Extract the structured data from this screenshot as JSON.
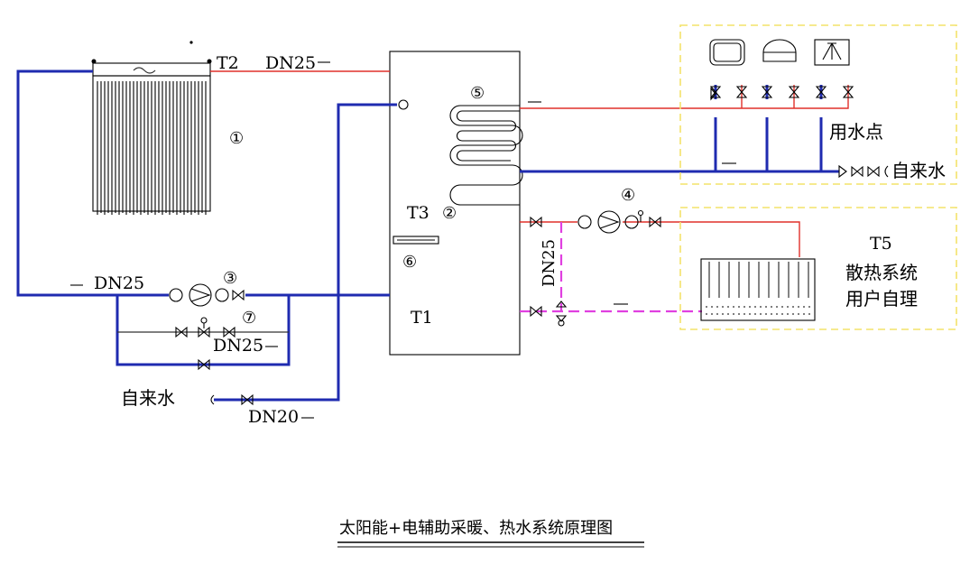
{
  "labels": {
    "t2": "T2",
    "t3": "T3",
    "t1": "T1",
    "t5": "T5",
    "dn25_top": "DN25",
    "dn25_left": "DN25",
    "dn25_bypass": "DN25",
    "dn25_vertical": "DN25",
    "dn20": "DN20",
    "use_point": "用水点",
    "tap_water_right": "自来水",
    "tap_water_left": "自来水",
    "heating_line1": "散热系统",
    "heating_line2": "用户自理"
  },
  "markers": {
    "m1": "①",
    "m2": "②",
    "m3": "③",
    "m4": "④",
    "m5": "⑤",
    "m6": "⑥",
    "m7": "⑦"
  },
  "caption": "太阳能+电辅助采暖、热水系统原理图",
  "colors": {
    "supply_pipe": "#e0302a",
    "return_pipe": "#1f2bb0",
    "heating_return": "#e040e0",
    "zone_border": "#f3e36a"
  }
}
